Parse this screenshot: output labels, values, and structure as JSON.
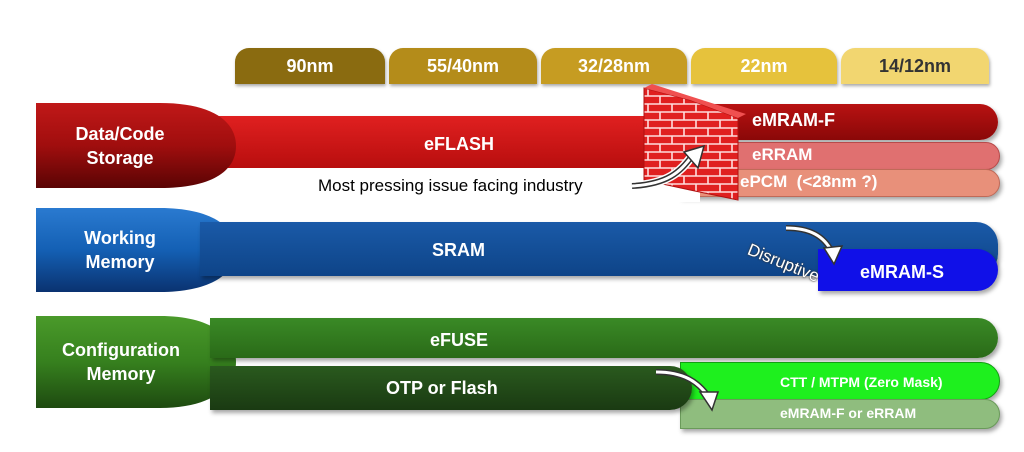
{
  "nodes": {
    "tabs": [
      "90nm",
      "55/40nm",
      "32/28nm",
      "22nm",
      "14/12nm"
    ],
    "categories": {
      "data": "Data/Code\nStorage",
      "working": "Working\nMemory",
      "config": "Configuration\nMemory"
    },
    "bars": {
      "eflash": "eFLASH",
      "emram_f": "eMRAM-F",
      "erram": "eRRAM",
      "epcm": "ePCM  (<28nm ?)",
      "sram": "SRAM",
      "emram_s": "eMRAM-S",
      "efuse": "eFUSE",
      "otp": "OTP or Flash",
      "ctt": "CTT / MTPM (Zero Mask)",
      "emram_rram": "eMRAM-F or eRRAM"
    }
  },
  "annotations": {
    "pressing": "Most pressing issue facing industry",
    "disruptive": "Disruptive"
  },
  "colors": {
    "tab_1": "#8a6b10",
    "tab_2": "#b48c1a",
    "tab_3": "#c69c22",
    "tab_4": "#e6c23c",
    "tab_5": "#f2d670",
    "data_red": "#cc1414",
    "emram_f": "#a00c0c",
    "erram": "#e07070",
    "epcm": "#e8907a",
    "working_blue": "#12529c",
    "emram_s": "#1010e8",
    "config_green": "#2f7a1e",
    "otp_dark": "#204a18",
    "ctt": "#1ef01e",
    "emram_rram": "#8fbd7e",
    "wall_red": "#e02020"
  }
}
